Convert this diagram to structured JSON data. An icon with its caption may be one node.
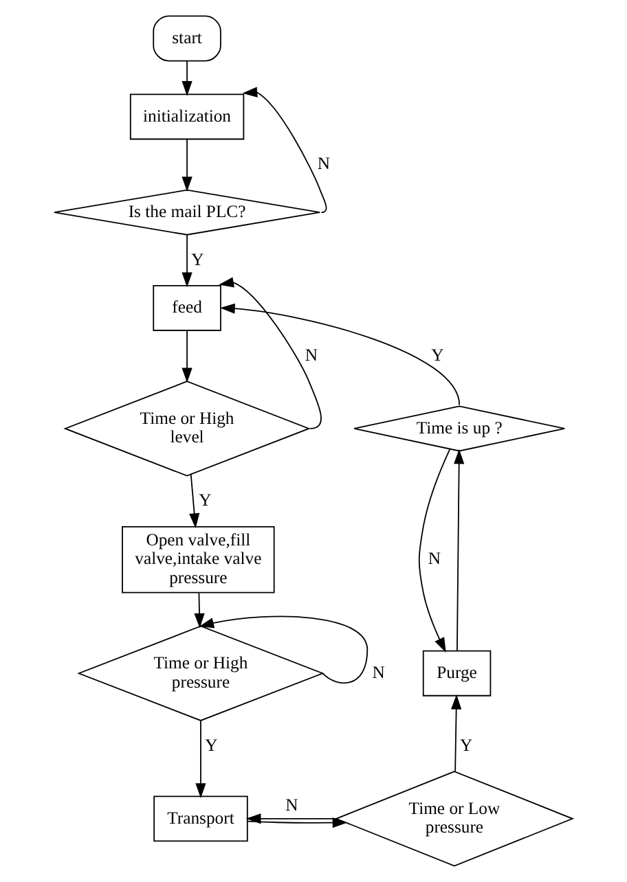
{
  "diagram": {
    "nodes": [
      {
        "text": [
          "start"
        ]
      },
      {
        "text": [
          "initialization"
        ]
      },
      {
        "text": [
          "Is the mail PLC?"
        ]
      },
      {
        "text": [
          "feed"
        ]
      },
      {
        "text": [
          "Time or High level"
        ]
      },
      {
        "text": [
          "Open valve,fill valve,intake valve pressure"
        ]
      },
      {
        "text": [
          "Time or High pressure"
        ]
      },
      {
        "text": [
          "Transport"
        ]
      },
      {
        "text": [
          "Time or Low pressure"
        ]
      },
      {
        "text": [
          "Purge"
        ]
      },
      {
        "text": [
          "Time is up ?"
        ]
      }
    ],
    "edges": [
      {
        "from": 0,
        "to": 1,
        "arrow": "to"
      },
      {
        "from": 1,
        "to": 2,
        "arrow": "to"
      },
      {
        "from": 2,
        "to": 1,
        "arrow": "to",
        "label": "N"
      },
      {
        "from": 2,
        "to": 3,
        "arrow": "to",
        "label": "Y"
      },
      {
        "from": 3,
        "to": 4,
        "arrow": "to"
      },
      {
        "from": 4,
        "to": 3,
        "arrow": "to",
        "label": "N"
      },
      {
        "from": 4,
        "to": 5,
        "arrow": "to",
        "label": "Y"
      },
      {
        "from": 5,
        "to": 6,
        "arrow": "to"
      },
      {
        "from": 6,
        "to": 6,
        "arrow": "to",
        "label": "N"
      },
      {
        "from": 6,
        "to": 7,
        "arrow": "to",
        "label": "Y"
      },
      {
        "from": 7,
        "to": 8,
        "arrow": "to"
      },
      {
        "from": 8,
        "to": 7,
        "arrow": "to",
        "label": "N"
      },
      {
        "from": 8,
        "to": 9,
        "arrow": "to",
        "label": "Y"
      },
      {
        "from": 9,
        "to": 10,
        "arrow": "to"
      },
      {
        "from": 10,
        "to": 9,
        "arrow": "to",
        "label": "N"
      },
      {
        "from": 10,
        "to": 3,
        "arrow": "to",
        "label": "Y"
      }
    ]
  }
}
